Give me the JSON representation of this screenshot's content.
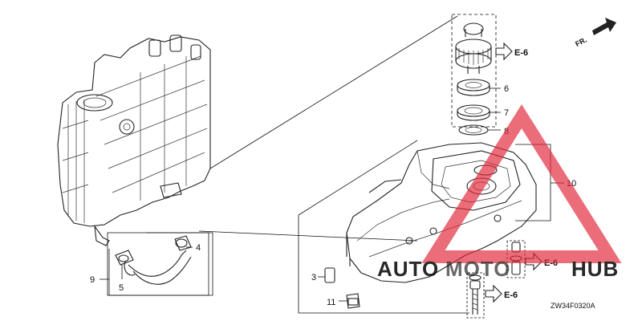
{
  "callouts": {
    "c3": "3",
    "c4": "4",
    "c5": "5",
    "c6": "6",
    "c7": "7",
    "c8": "8",
    "c9": "9",
    "c10": "10",
    "c11": "11"
  },
  "refs": {
    "upper": "E-6",
    "middle": "E-6",
    "lower": "E-6"
  },
  "direction": {
    "label": "FR."
  },
  "diagram_code": "ZW34F0320A",
  "watermark": {
    "auto": "AUTO",
    "moto": "MOTO",
    "hub": "HUB"
  },
  "colors": {
    "line": "#222222",
    "watermark_red": "#e0283a",
    "watermark_orange": "#f0a020",
    "watermark_gray": "#555555"
  }
}
